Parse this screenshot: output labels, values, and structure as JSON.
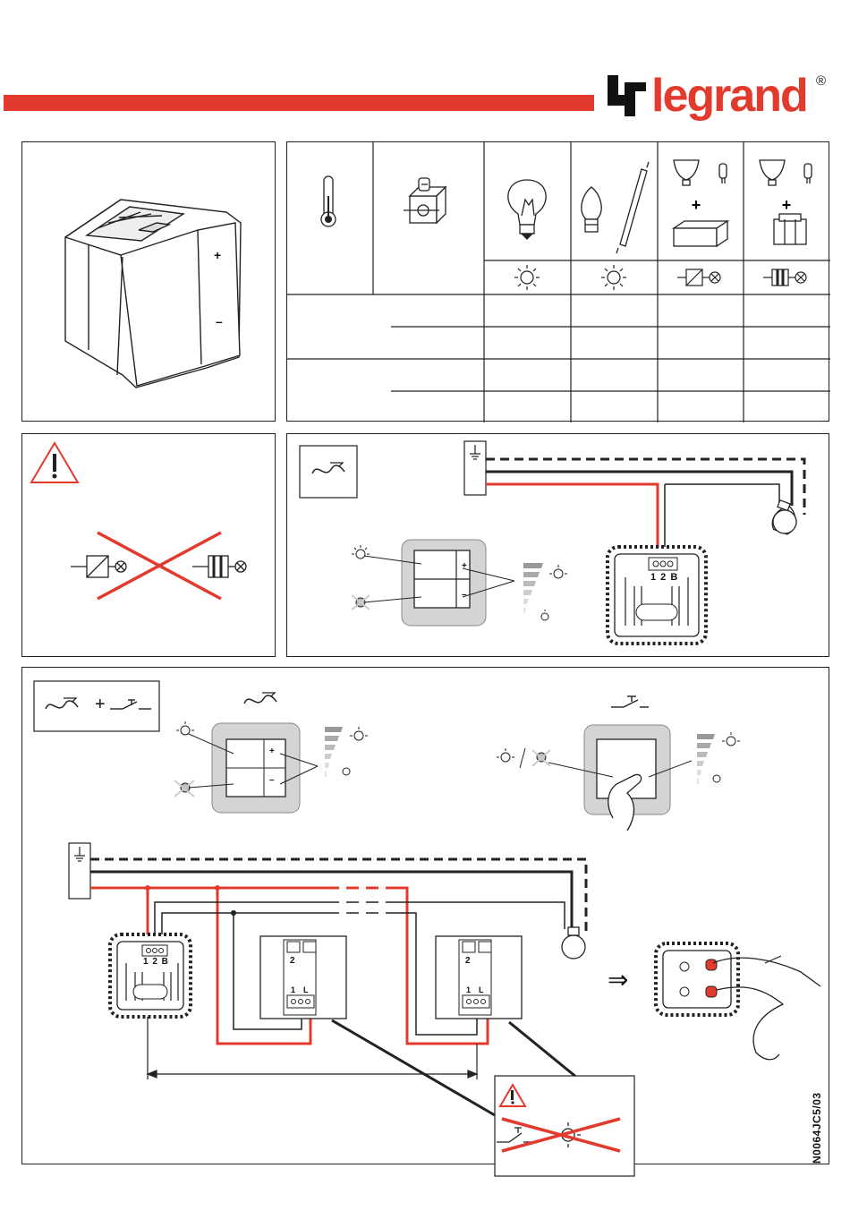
{
  "brand": {
    "name": "legrand",
    "registered": "®"
  },
  "document_ref": "N0064JC5/03",
  "device": {
    "plus_label": "+",
    "minus_label": "–"
  },
  "loads_table": {
    "combiner": "+",
    "icons": [
      "thermometer-icon",
      "terminal-screw-icon",
      "incandescent-lamp-icon",
      "halogen-lamp-icon",
      "electronic-transformer-lamp-icon",
      "ferromagnetic-transformer-lamp-icon"
    ]
  },
  "warning_panel": {
    "warning_icon": "warning-triangle-icon"
  },
  "single_dimmer_panel": {
    "terminals": "1 2 B",
    "plus": "+",
    "minus": "–",
    "mode_icon": "dimmer-symbol-icon"
  },
  "multi_panel": {
    "plus": "+",
    "terminals": "1 2 B",
    "pushbutton_terminals": [
      "2",
      "1",
      "L"
    ],
    "arrow": "⇒",
    "button_plus": "+",
    "button_minus": "–"
  }
}
